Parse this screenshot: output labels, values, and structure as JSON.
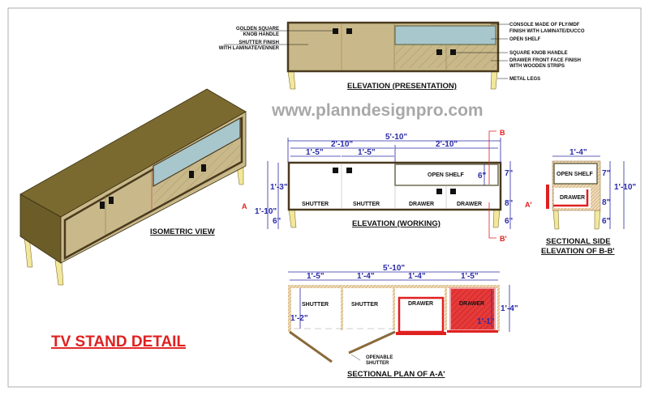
{
  "title": "TV STAND DETAIL",
  "watermark": "www.planndesignpro.com",
  "colors": {
    "body": "#c9b98a",
    "frame": "#4a3a1e",
    "glass": "#a7c7cc",
    "legs": "#f2e79a",
    "dim": "#2a2aa8",
    "accent": "#e02020"
  },
  "isometric": {
    "title": "ISOMETRIC VIEW"
  },
  "presentation": {
    "title": "ELEVATION (PRESENTATION)",
    "left_notes": [
      [
        "GOLDEN SQUARE",
        "KNOB HANDLE"
      ],
      [
        "SHUTTER FINISH",
        "WITH LAMINATE/VENNER"
      ]
    ],
    "right_notes": [
      [
        "CONSOLE MADE OF PLY/MDF",
        "FINISH WITH LAMINATE/DUCCO"
      ],
      [
        "OPEN SHELF"
      ],
      [
        "SQUARE KNOB HANDLE"
      ],
      [
        "DRAWER FRONT FACE FINISH",
        "WITH WOODEN STRIPS"
      ],
      [
        "METAL LEGS"
      ]
    ]
  },
  "working": {
    "title": "ELEVATION (WORKING)",
    "dims_top": {
      "total": "5'-10\"",
      "half_left": "2'-10\"",
      "half_right": "2'-10\"",
      "shutter_1": "1'-5\"",
      "shutter_2": "1'-5\""
    },
    "dims_left": {
      "total": "1'-10\"",
      "body": "1'-3\"",
      "legs": "6\""
    },
    "dims_right": {
      "shelf": "7\"",
      "drawer": "8\"",
      "legs": "6\"",
      "shelf_inner": "6\""
    },
    "labels": {
      "open_shelf": "OPEN SHELF",
      "shutter_1": "SHUTTER",
      "shutter_2": "SHUTTER",
      "drawer_1": "DRAWER",
      "drawer_2": "DRAWER"
    },
    "section_marks": {
      "a": "A",
      "b": "B",
      "b_prime": "B'",
      "a_prime": "A'"
    }
  },
  "side_section": {
    "title_1": "SECTIONAL SIDE",
    "title_2": "ELEVATION OF B-B'",
    "width": "1'-4\"",
    "shelf": "7\"",
    "drawer_h": "8\"",
    "legs": "6\"",
    "total": "1'-10\"",
    "labels": {
      "open_shelf": "OPEN SHELF",
      "drawer": "DRAWER"
    }
  },
  "plan": {
    "title": "SECTIONAL PLAN OF A-A'",
    "total": "5'-10\"",
    "segments": [
      "1'-5\"",
      "1'-4\"",
      "1'-4\"",
      "1'-5\""
    ],
    "depth": "1'-4\"",
    "inner_depth": "1'-2\"",
    "drawer_depth": "1'-1\"",
    "labels": [
      "SHUTTER",
      "SHUTTER",
      "DRAWER",
      "DRAWER"
    ],
    "note_1": "OPENABLE",
    "note_2": "SHUTTER"
  }
}
